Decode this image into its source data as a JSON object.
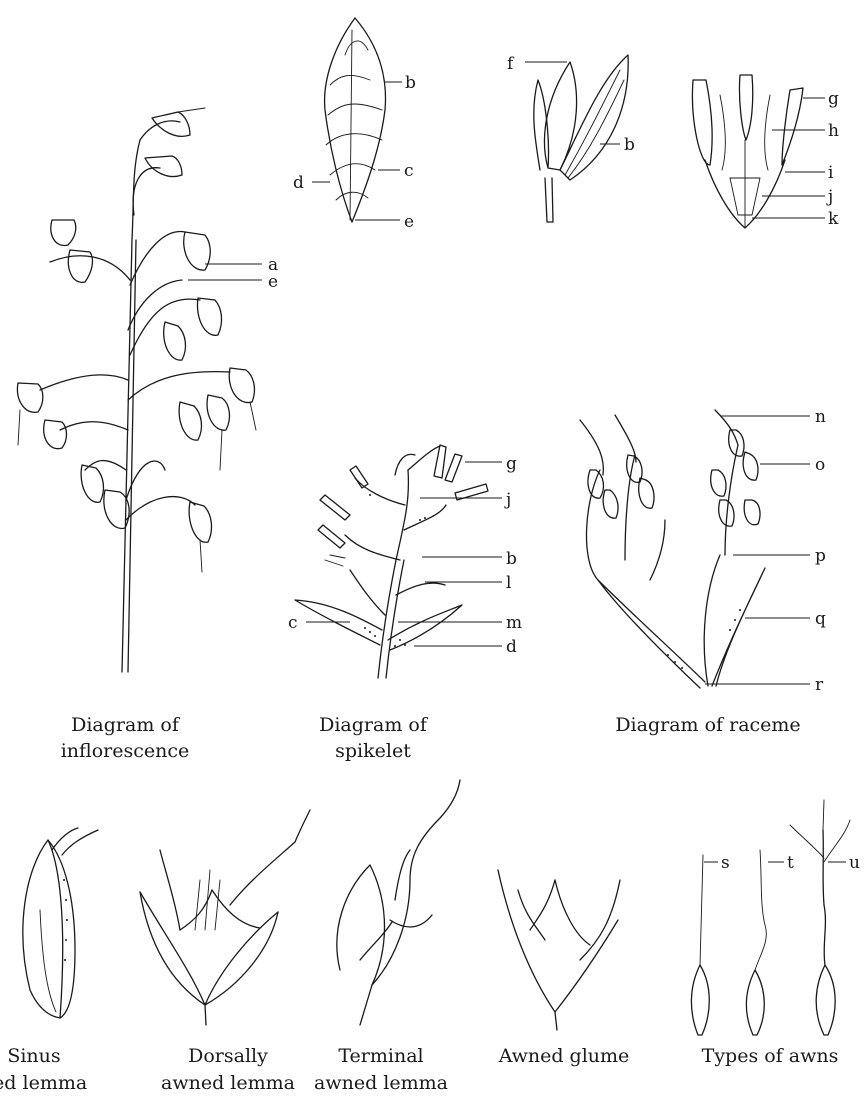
{
  "captions": {
    "inflorescence": [
      "Diagram of",
      "inflorescence"
    ],
    "spikelet": [
      "Diagram of",
      "spikelet"
    ],
    "raceme": [
      "Diagram of raceme"
    ],
    "sinus": [
      "Sinus",
      "ned lemma"
    ],
    "dorsally": [
      "Dorsally",
      "awned lemma"
    ],
    "terminal": [
      "Terminal",
      "awned lemma"
    ],
    "glume": [
      "Awned glume"
    ],
    "awns": [
      "Types of awns"
    ]
  },
  "labels": {
    "inflorescence": [
      "a",
      "e"
    ],
    "spikelet_top": [
      "b",
      "d",
      "c",
      "e"
    ],
    "floret": [
      "f",
      "b"
    ],
    "flower": [
      "g",
      "h",
      "i",
      "j",
      "k"
    ],
    "spikelet_diagram": [
      "g",
      "j",
      "b",
      "l",
      "c",
      "m",
      "d"
    ],
    "raceme": [
      "n",
      "o",
      "p",
      "q",
      "r"
    ],
    "awns": [
      "s",
      "t",
      "u"
    ]
  }
}
